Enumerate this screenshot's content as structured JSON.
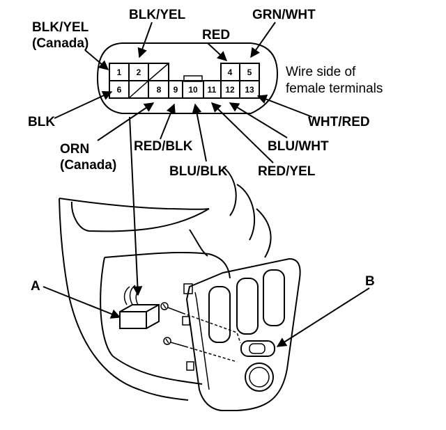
{
  "connector": {
    "pins": {
      "p1": "1",
      "p2": "2",
      "p4": "4",
      "p5": "5",
      "p6": "6",
      "p8": "8",
      "p9": "9",
      "p10": "10",
      "p11": "11",
      "p12": "12",
      "p13": "13"
    },
    "note_line1": "Wire side of",
    "note_line2": "female terminals"
  },
  "wires": {
    "blk_yel_canada_1": "BLK/YEL",
    "blk_yel_canada_2": "(Canada)",
    "blk_yel": "BLK/YEL",
    "red": "RED",
    "grn_wht": "GRN/WHT",
    "blk": "BLK",
    "orn_canada_1": "ORN",
    "orn_canada_2": "(Canada)",
    "red_blk": "RED/BLK",
    "blu_blk": "BLU/BLK",
    "red_yel": "RED/YEL",
    "blu_wht": "BLU/WHT",
    "wht_red": "WHT/RED"
  },
  "callouts": {
    "a": "A",
    "b": "B"
  }
}
